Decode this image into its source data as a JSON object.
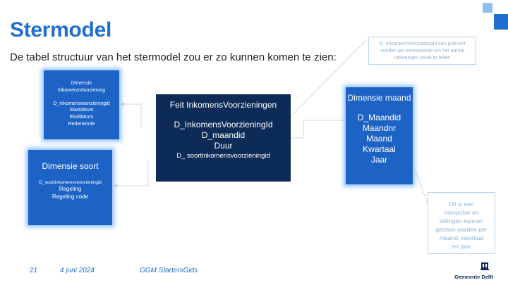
{
  "slide": {
    "title": "Stermodel",
    "subtitle": "De tabel structuur van het stermodel zou er zo kunnen komen te zien:"
  },
  "boxes": {
    "inkomens": {
      "lines": [
        "Dimensie",
        "InkomensVoorziening",
        "",
        "D_inkomensvoorzieningid",
        "Startdatum",
        "Einddatum",
        "Redeneinde"
      ]
    },
    "soort": {
      "heading": "Dimensie soort",
      "lines": [
        "D_soortinkomensvoorzieningid",
        "Regeling",
        "Regeling code"
      ]
    },
    "feit": {
      "heading": "Feit InkomensVoorzieningen",
      "lines": [
        "D_InkomensVoorzieningId",
        "D_maandid",
        "Duur",
        "D_ soortinkomensvoorzieningid"
      ]
    },
    "maand": {
      "heading": "Dimensie maand",
      "lines": [
        "D_Maandid",
        "Maandnr",
        "Maand",
        "Kwartaal",
        "Jaar"
      ]
    }
  },
  "notes": {
    "top": "D_InkomensVoorzieningId kan gebruikt worden als meetwaarde om het aantal uitkeringen uniek te tellen",
    "right": "Dit is een hierarchie en tellingen kunnen gedaan worden per maand, kwartaal en jaar"
  },
  "footer": {
    "page": "21",
    "date": "4 juni 2024",
    "doc": "GGM StartersGids"
  },
  "logo": {
    "text": "Gemeente Delft"
  },
  "colors": {
    "title": "#1f6fd0",
    "dim_box": "#1d63c6",
    "fact_box": "#0c2c57",
    "note_border": "#b9d4ee"
  }
}
